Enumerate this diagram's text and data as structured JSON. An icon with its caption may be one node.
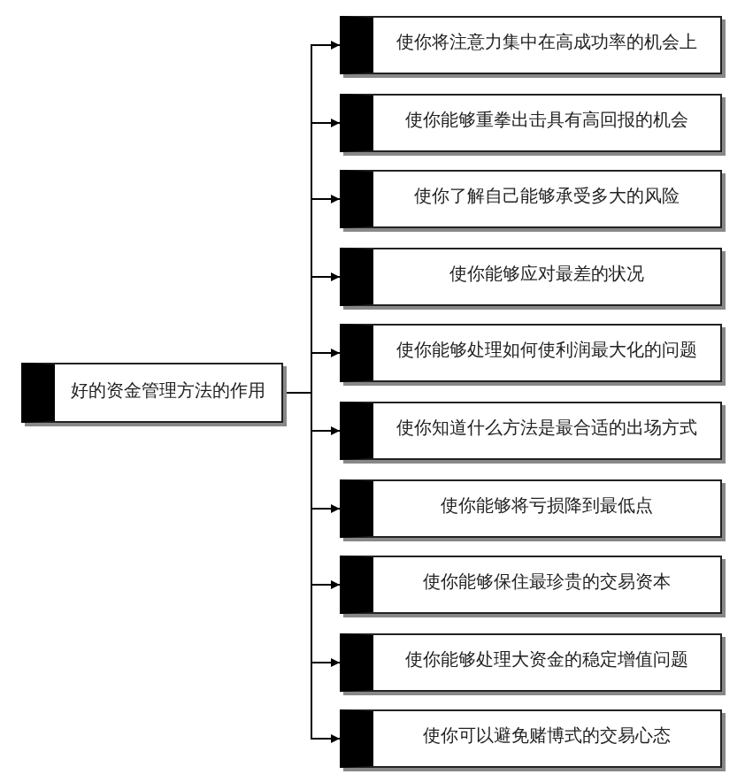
{
  "diagram": {
    "nodes": [
      {
        "text": [
          "好的资金管理方法的作用"
        ]
      },
      {
        "text": [
          "使你将注意力集中在高成功率的机会上"
        ]
      },
      {
        "text": [
          "使你能够重拳出击具有高回报的机会"
        ]
      },
      {
        "text": [
          "使你了解自己能够承受多大的风险"
        ]
      },
      {
        "text": [
          "使你能够应对最差的状况"
        ]
      },
      {
        "text": [
          "使你能够处理如何使利润最大化的问题"
        ]
      },
      {
        "text": [
          "使你知道什么方法是最合适的出场方式"
        ]
      },
      {
        "text": [
          "使你能够将亏损降到最低点"
        ]
      },
      {
        "text": [
          "使你能够保住最珍贵的交易资本"
        ]
      },
      {
        "text": [
          "使你能够处理大资金的稳定增值问题"
        ]
      },
      {
        "text": [
          "使你可以避免赌博式的交易心态"
        ]
      }
    ],
    "edges": [
      {
        "from": 0,
        "to": 1,
        "arrow": "to"
      },
      {
        "from": 0,
        "to": 2,
        "arrow": "to"
      },
      {
        "from": 0,
        "to": 3,
        "arrow": "to"
      },
      {
        "from": 0,
        "to": 4,
        "arrow": "to"
      },
      {
        "from": 0,
        "to": 5,
        "arrow": "to"
      },
      {
        "from": 0,
        "to": 6,
        "arrow": "to"
      },
      {
        "from": 0,
        "to": 7,
        "arrow": "to"
      },
      {
        "from": 0,
        "to": 8,
        "arrow": "to"
      },
      {
        "from": 0,
        "to": 9,
        "arrow": "to"
      },
      {
        "from": 0,
        "to": 10,
        "arrow": "to"
      }
    ]
  }
}
